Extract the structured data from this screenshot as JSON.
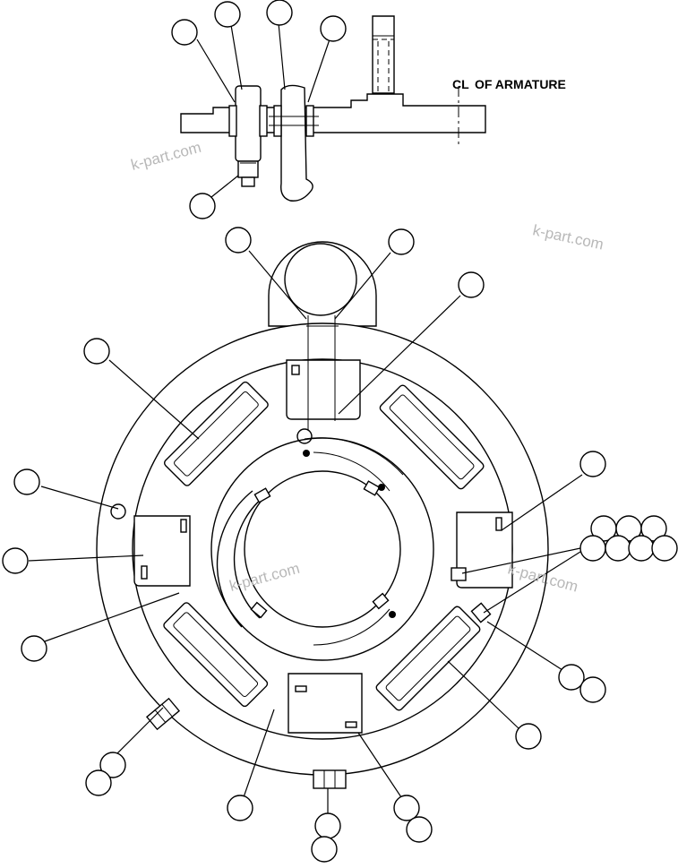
{
  "diagram": {
    "centerline_symbol": "CL",
    "armature_label": "OF ARMATURE",
    "watermarks": [
      "k-part.com",
      "k-part.com",
      "k-part.com",
      "k-part.com"
    ]
  }
}
